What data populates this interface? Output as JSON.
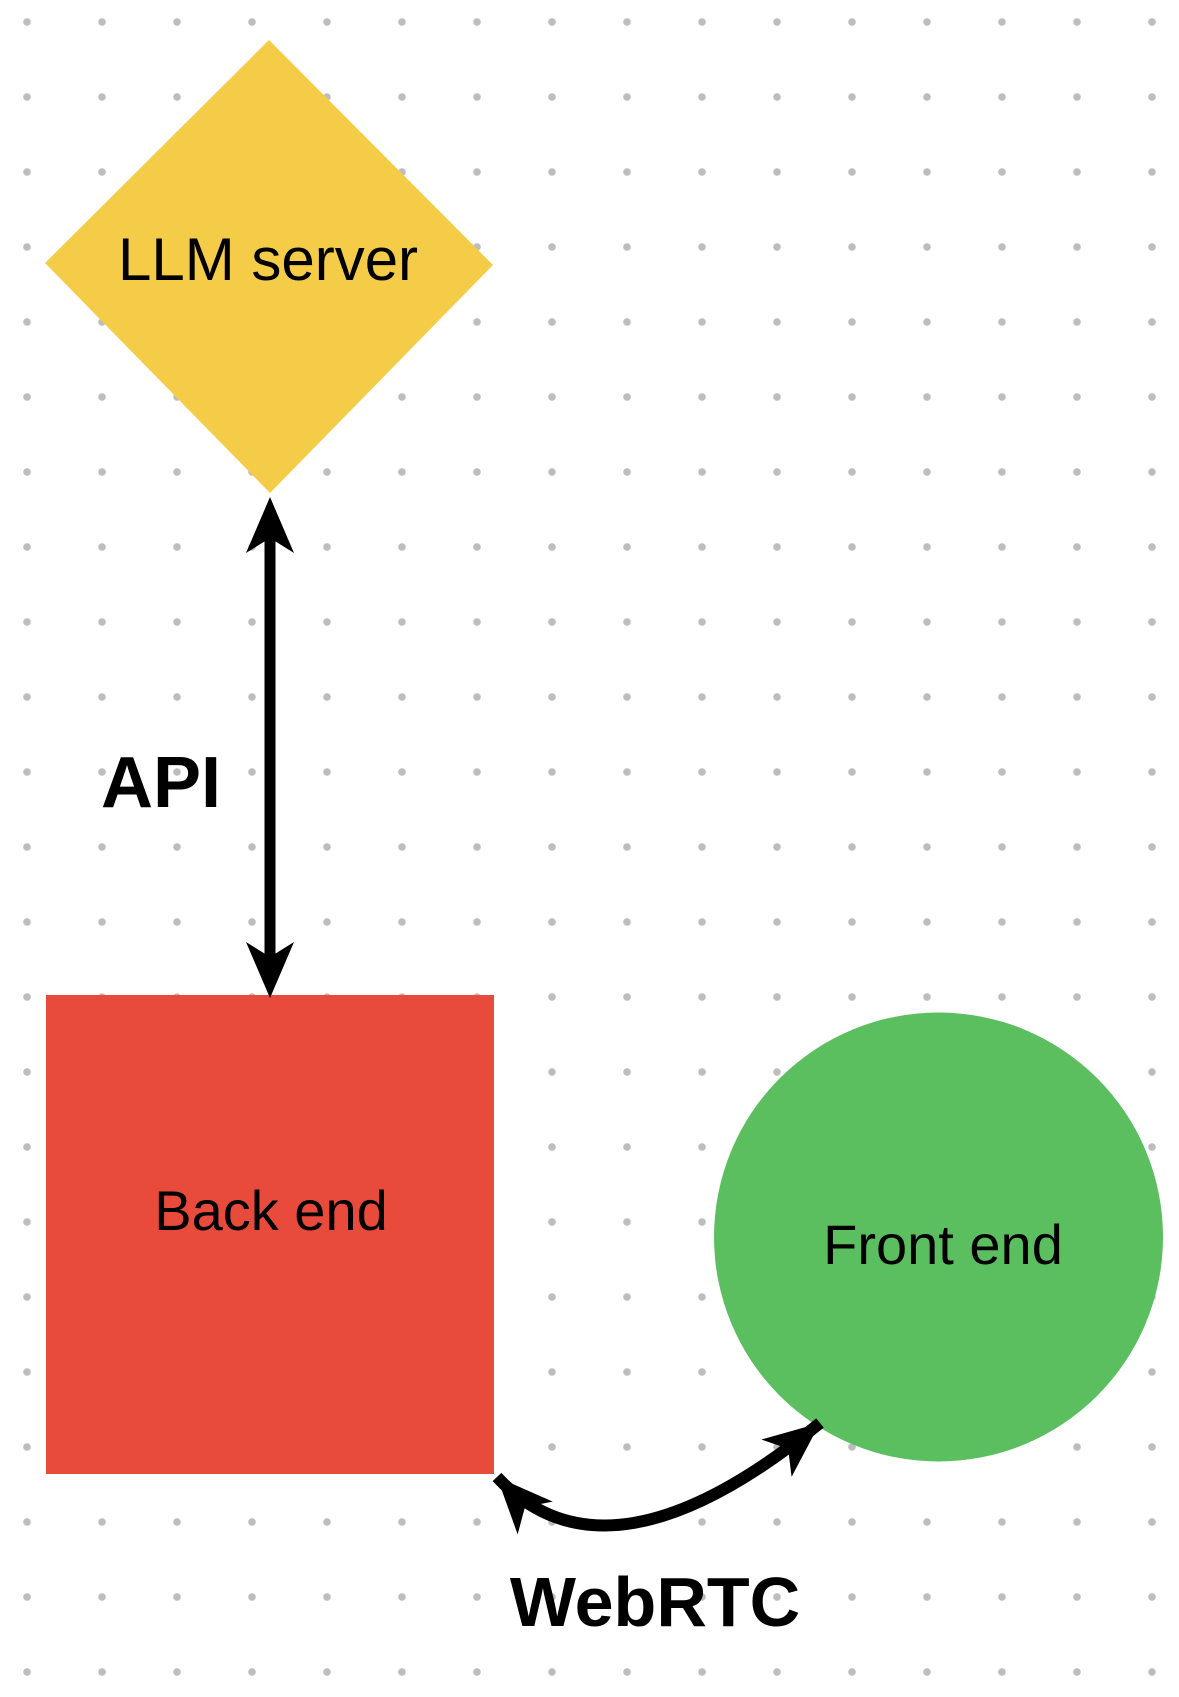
{
  "diagram": {
    "background_dot_color": "#bdbdbd",
    "label_text_color": "#000000",
    "nodes": {
      "llm_server": {
        "label": "LLM server",
        "shape": "diamond",
        "color": "#f4cc47"
      },
      "back_end": {
        "label": "Back end",
        "shape": "square",
        "color": "#e84b3c"
      },
      "front_end": {
        "label": "Front end",
        "shape": "circle",
        "color": "#5bbf60"
      }
    },
    "edges": {
      "api": {
        "label": "API",
        "type": "straight-double-headed-arrow",
        "color": "#000000",
        "connects": "LLM server - Back end"
      },
      "webrtc": {
        "label": "WebRTC",
        "type": "curved-double-headed-arrow",
        "color": "#000000",
        "connects": "Back end - Front end"
      }
    }
  }
}
